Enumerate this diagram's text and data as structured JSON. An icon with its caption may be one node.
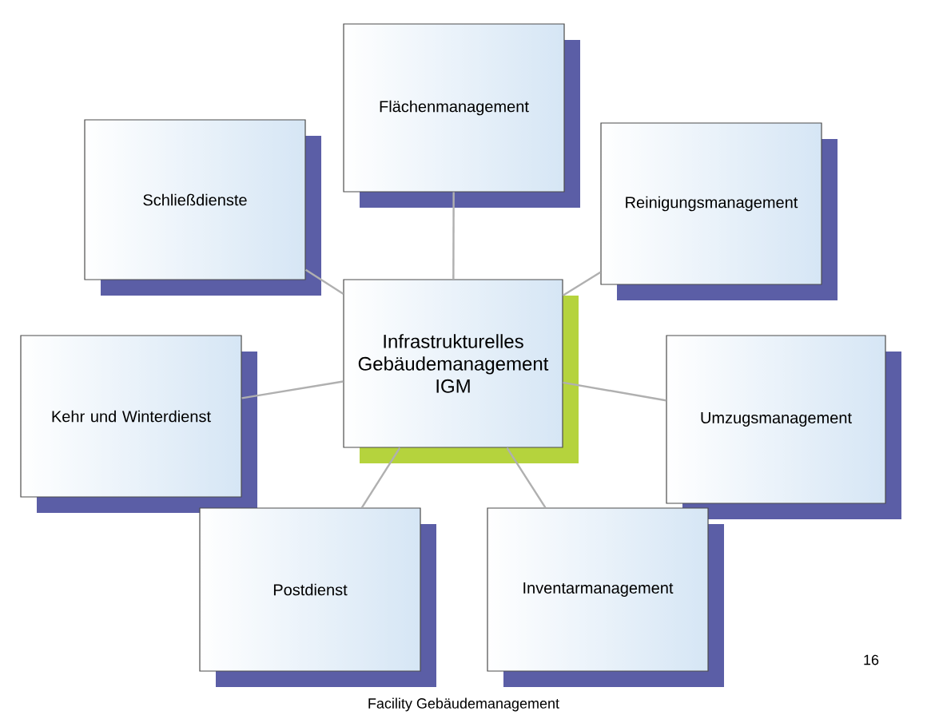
{
  "diagram": {
    "nodes": [
      {
        "text": [
          "Infrastrukturelles Gebäudemanagement IGM"
        ]
      },
      {
        "text": [
          "Flächenmanagement"
        ]
      },
      {
        "text": [
          "Schließdienste"
        ]
      },
      {
        "text": [
          "Reinigungsmanagement"
        ]
      },
      {
        "text": [
          "Kehr und Winterdienst"
        ]
      },
      {
        "text": [
          "Umzugsmanagement"
        ]
      },
      {
        "text": [
          "Postdienst"
        ]
      },
      {
        "text": [
          "Inventarmanagement"
        ]
      }
    ],
    "edges": [
      {
        "from": 0,
        "to": 1,
        "arrow": "none"
      },
      {
        "from": 0,
        "to": 2,
        "arrow": "none"
      },
      {
        "from": 0,
        "to": 3,
        "arrow": "none"
      },
      {
        "from": 0,
        "to": 4,
        "arrow": "none"
      },
      {
        "from": 0,
        "to": 5,
        "arrow": "none"
      },
      {
        "from": 0,
        "to": 6,
        "arrow": "none"
      },
      {
        "from": 0,
        "to": 7,
        "arrow": "none"
      }
    ],
    "labels": [
      "Facility Gebäudemanagement",
      "16"
    ]
  }
}
